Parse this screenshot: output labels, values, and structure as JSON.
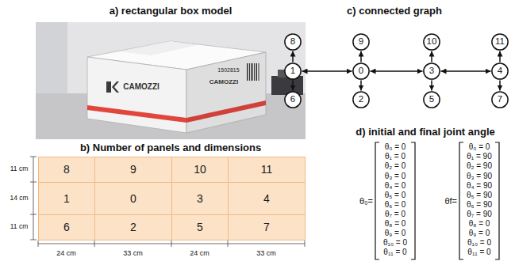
{
  "diagram": {
    "nodes": [
      {
        "text": [
          "8"
        ]
      },
      {
        "text": [
          "9"
        ]
      },
      {
        "text": [
          "10"
        ]
      },
      {
        "text": [
          "11"
        ]
      },
      {
        "text": [
          "1"
        ]
      },
      {
        "text": [
          "0"
        ]
      },
      {
        "text": [
          "3"
        ]
      },
      {
        "text": [
          "4"
        ]
      },
      {
        "text": [
          "6"
        ]
      },
      {
        "text": [
          "2"
        ]
      },
      {
        "text": [
          "5"
        ]
      },
      {
        "text": [
          "7"
        ]
      },
      {
        "text": [
          "8"
        ]
      },
      {
        "text": [
          "9"
        ]
      },
      {
        "text": [
          "10"
        ]
      },
      {
        "text": [
          "11"
        ]
      },
      {
        "text": [
          "1"
        ]
      },
      {
        "text": [
          "0"
        ]
      },
      {
        "text": [
          "3"
        ]
      },
      {
        "text": [
          "4"
        ]
      },
      {
        "text": [
          "6"
        ]
      },
      {
        "text": [
          "2"
        ]
      },
      {
        "text": [
          "5"
        ]
      },
      {
        "text": [
          "7"
        ]
      }
    ],
    "edges": [
      {
        "from": 17,
        "to": 16,
        "arrow": "both"
      },
      {
        "from": 17,
        "to": 18,
        "arrow": "both"
      },
      {
        "from": 18,
        "to": 19,
        "arrow": "both"
      },
      {
        "from": 16,
        "to": 12,
        "arrow": "to"
      },
      {
        "from": 16,
        "to": 20,
        "arrow": "to"
      },
      {
        "from": 17,
        "to": 13,
        "arrow": "to"
      },
      {
        "from": 17,
        "to": 21,
        "arrow": "to"
      },
      {
        "from": 18,
        "to": 14,
        "arrow": "to"
      },
      {
        "from": 18,
        "to": 22,
        "arrow": "to"
      },
      {
        "from": 19,
        "to": 15,
        "arrow": "to"
      },
      {
        "from": 19,
        "to": 23,
        "arrow": "to"
      }
    ],
    "labels": [
      "a) rectangular box model",
      "c) connected graph",
      "CAMOZZI",
      "CAMOZZI",
      "1502815",
      "b) Number of panels and dimensions",
      "d) initial and final joint angle",
      "11 cm",
      "14 cm",
      "11 cm",
      "24 cm",
      "33 cm",
      "24 cm",
      "33 cm",
      "θ₀=",
      "θ₀ = 0",
      "θ₁ = 0",
      "θ₂ = 0",
      "θ₃ = 0",
      "θ₄ = 0",
      "θ₅ = 0",
      "θ₆ = 0",
      "θ₇ = 0",
      "θ₈ = 0",
      "θ₉ = 0",
      "θ₁₀ = 0",
      "θ₁₁ = 0",
      "θf=",
      "θ₀ = 0",
      "θ₁ = 90",
      "θ₂ = 90",
      "θ₃ = 90",
      "θ₄ = 90",
      "θ₅ = 90",
      "θ₆ = 90",
      "θ₇ = 90",
      "θ₈ = 0",
      "θ₉ = 0",
      "θ₁₀ = 0",
      "θ₁₁ = 0"
    ]
  }
}
